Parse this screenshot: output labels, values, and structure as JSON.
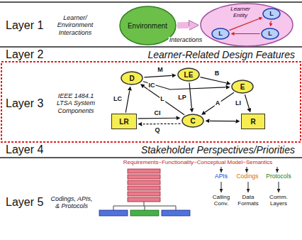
{
  "diagram": {
    "nodes": [
      {
        "text": [
          "Environment"
        ]
      },
      {
        "text": [
          "Learner Entity"
        ]
      },
      {
        "text": [
          "L"
        ],
        "in": 1
      },
      {
        "text": [
          "L"
        ],
        "in": 1
      },
      {
        "text": [
          "L"
        ],
        "in": 1
      },
      {
        "text": [
          "D"
        ]
      },
      {
        "text": [
          "LE"
        ]
      },
      {
        "text": [
          "E"
        ]
      },
      {
        "text": [
          "LR"
        ]
      },
      {
        "text": [
          "C"
        ]
      },
      {
        "text": [
          "R"
        ]
      }
    ],
    "edges": [
      {
        "from": 0,
        "to": 1,
        "arrow": "to",
        "label": "Interactions"
      },
      {
        "from": 2,
        "to": 4,
        "arrow": "to"
      },
      {
        "from": 4,
        "to": 3,
        "arrow": "to"
      },
      {
        "from": 3,
        "to": 2,
        "arrow": "to"
      },
      {
        "from": 5,
        "to": 6,
        "arrow": "to",
        "label": "M"
      },
      {
        "from": 5,
        "to": 7,
        "arrow": "to",
        "label": "IC"
      },
      {
        "from": 6,
        "to": 7,
        "arrow": "to",
        "label": "B"
      },
      {
        "from": 6,
        "to": 9,
        "arrow": "to",
        "label": "LP"
      },
      {
        "from": 7,
        "to": 9,
        "arrow": "to",
        "label": "A"
      },
      {
        "from": 9,
        "to": 5,
        "arrow": "to",
        "label": "L"
      },
      {
        "from": 8,
        "to": 5,
        "arrow": "to",
        "label": "LC"
      },
      {
        "from": 8,
        "to": 9,
        "arrow": "to",
        "label": "CI"
      },
      {
        "from": 9,
        "to": 8,
        "arrow": "to",
        "label": "Q"
      },
      {
        "from": 7,
        "to": 10,
        "arrow": "to",
        "label": "LI"
      },
      {
        "from": 9,
        "to": 10,
        "arrow": "both"
      }
    ],
    "labels": [
      "Layer 1",
      "Learner/ Environment Interactions",
      "Layer 2",
      "Learner-Related Design Features",
      "Layer 3",
      "IEEE 1484.1 LTSA System Components",
      "Layer 4",
      "Stakeholder Perspectives/Priorities",
      "Layer 5",
      "Codings, APIs, & Protocols",
      "Requirements~Functionality~Conceptual Model~Semantics",
      "APIs",
      "Codings",
      "Protocols",
      "Calling Conv.",
      "Data Formats",
      "Comm. Layers"
    ]
  }
}
